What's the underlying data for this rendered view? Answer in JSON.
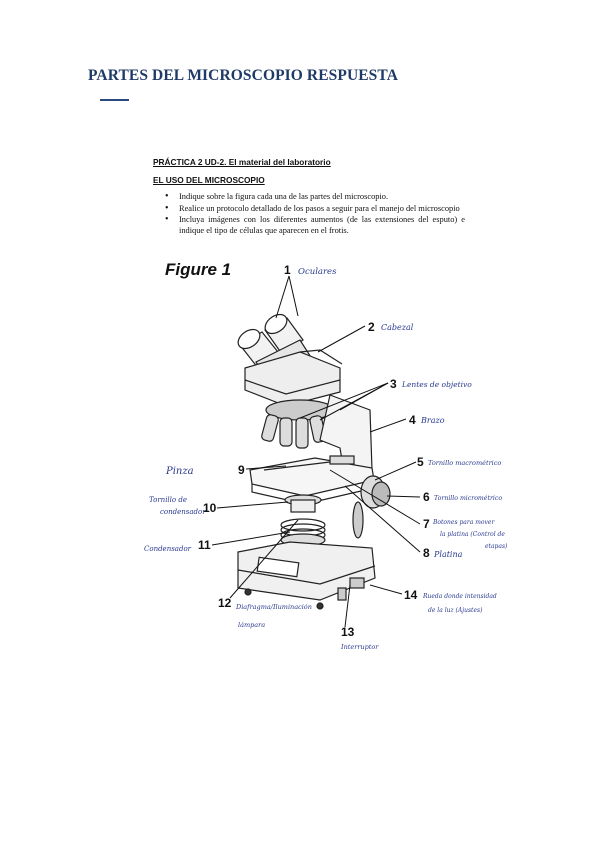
{
  "page": {
    "title": "PARTES DEL MICROSCOPIO RESPUESTA"
  },
  "worksheet": {
    "practice_heading": "PRÁCTICA 2 UD-2. El material del laboratorio",
    "section_heading": "EL USO DEL MICROSCOPIO",
    "instructions": [
      "Indique sobre la figura cada una de las partes del microscopio.",
      "Realice un protocolo detallado de los pasos a seguir para el manejo del microscopio",
      "Incluya imágenes con los diferentes aumentos (de las extensiones del esputo) e indique el tipo de células que aparecen en el frotis."
    ],
    "figure_title": "Figure 1"
  },
  "callouts": [
    {
      "num": "1",
      "label": "Oculares"
    },
    {
      "num": "2",
      "label": "Cabezal"
    },
    {
      "num": "3",
      "label": "Lentes de objetivo"
    },
    {
      "num": "4",
      "label": "Brazo"
    },
    {
      "num": "5",
      "label": "Tornillo macrométrico"
    },
    {
      "num": "6",
      "label": "Tornillo micrométrico"
    },
    {
      "num": "7",
      "label_line1": "Botones para mover",
      "label_line2": "la platina (Control de",
      "label_line3": "etapas)"
    },
    {
      "num": "8",
      "label": "Platina"
    },
    {
      "num": "9",
      "label": "Pinza"
    },
    {
      "num": "10",
      "label_line1": "Tornillo de",
      "label_line2": "condensador"
    },
    {
      "num": "11",
      "label": "Condensador"
    },
    {
      "num": "12",
      "label_line1": "Diafragma/Iluminación",
      "label_line2": "lámpara"
    },
    {
      "num": "13",
      "label": "Interruptor"
    },
    {
      "num": "14",
      "label_line1": "Rueda donde intensidad",
      "label_line2": "de la luz (Ajustes)"
    }
  ]
}
